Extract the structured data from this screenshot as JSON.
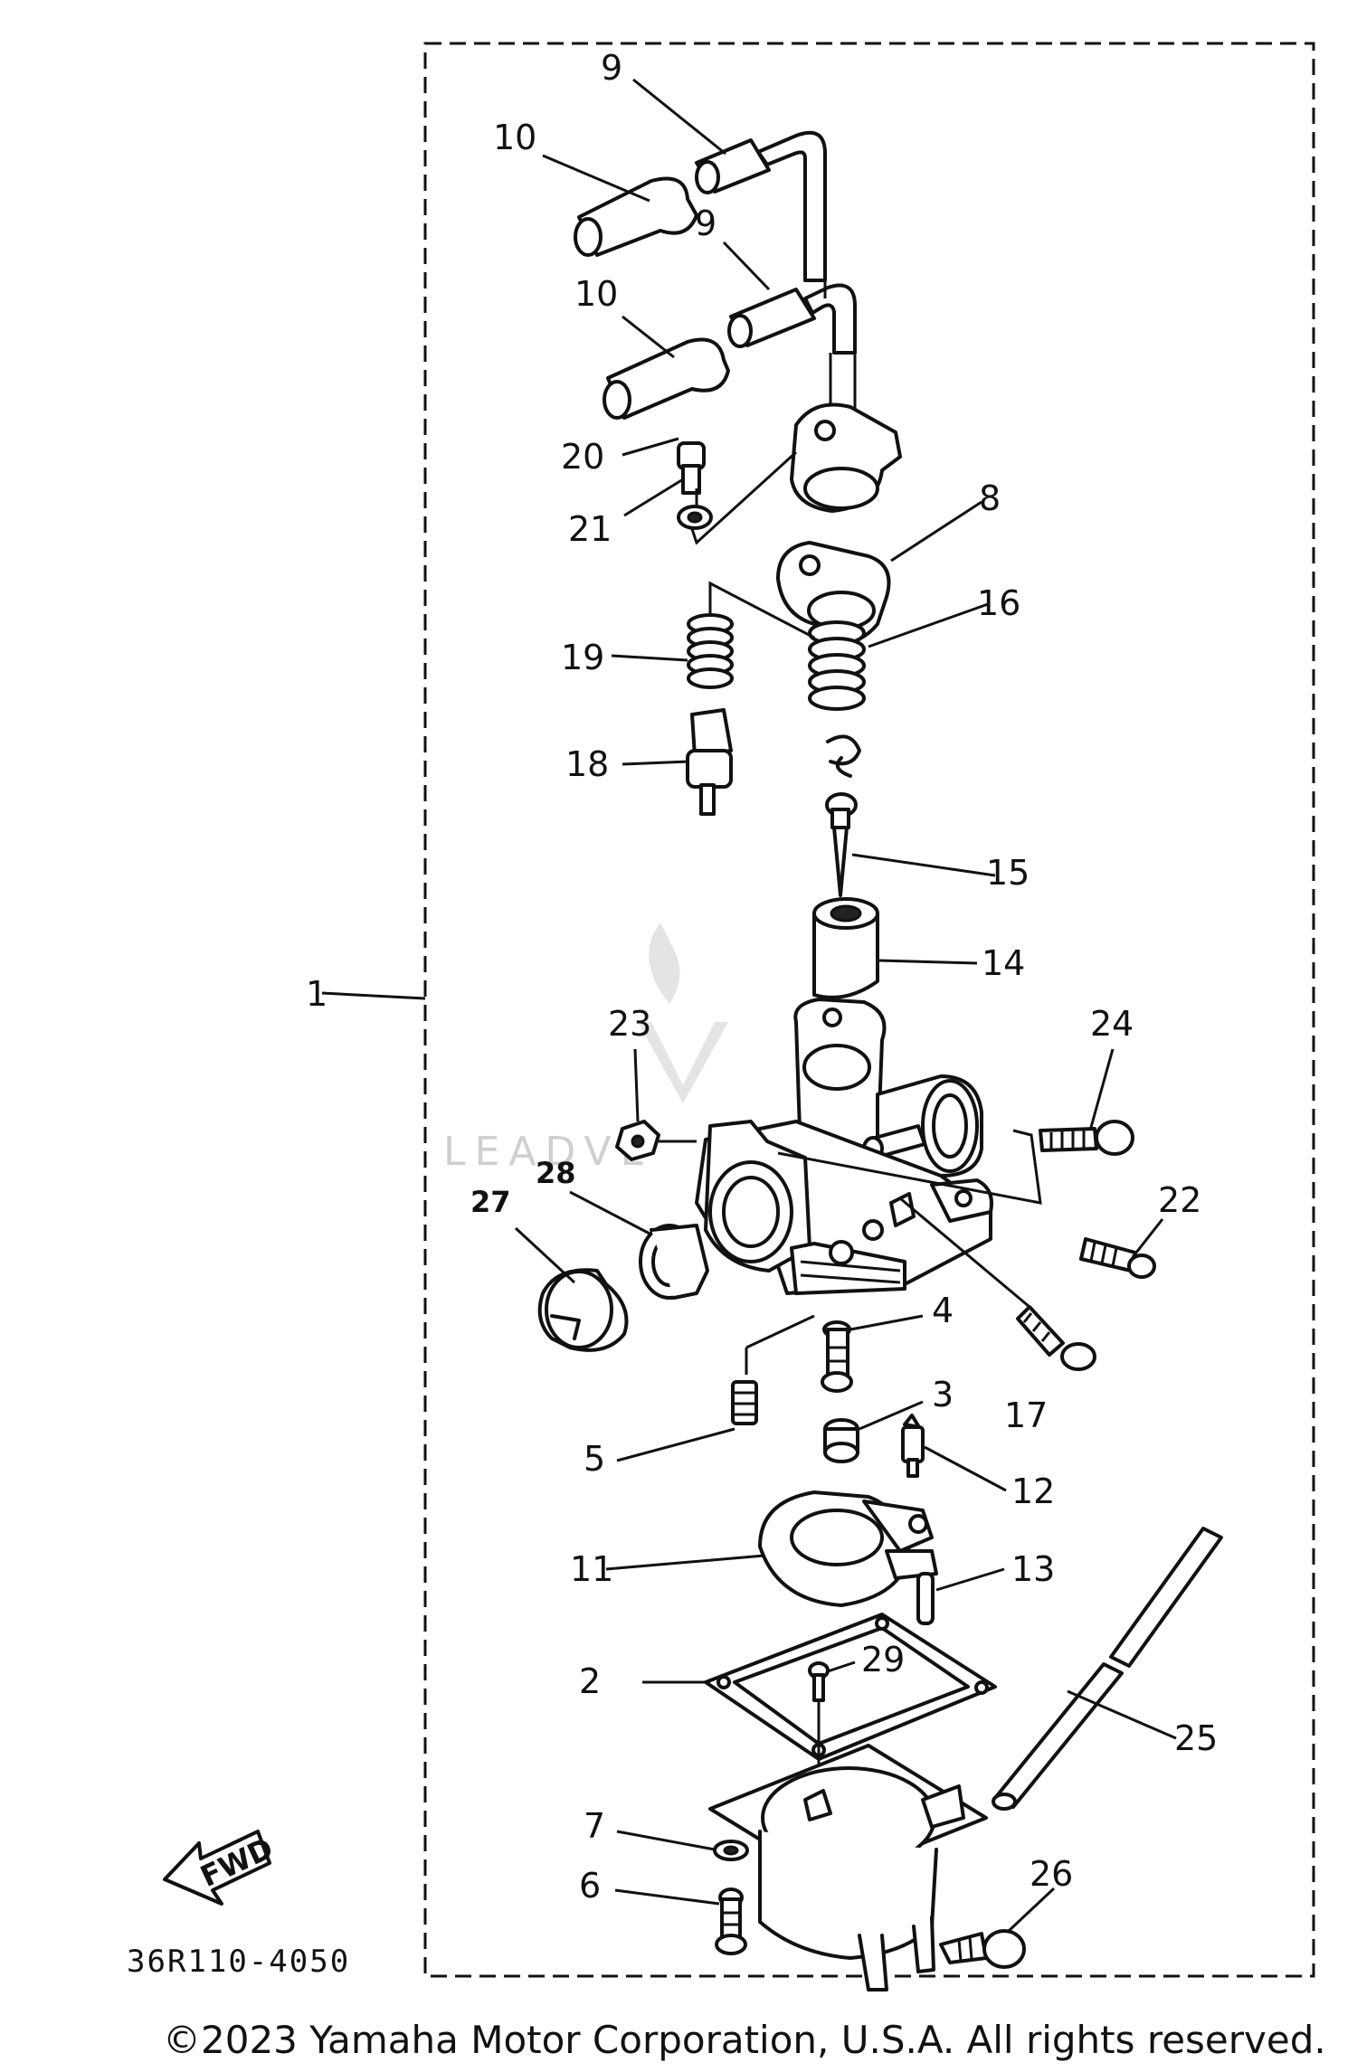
{
  "diagram": {
    "reference_code": "36R110-4050",
    "fwd_label": "FWD",
    "watermark": "LEADVE",
    "copyright": "©2023 Yamaha Motor Corporation, U.S.A. All rights reserved.",
    "callouts": [
      {
        "id": "c1",
        "label": "1"
      },
      {
        "id": "c2",
        "label": "2"
      },
      {
        "id": "c3",
        "label": "3"
      },
      {
        "id": "c4",
        "label": "4"
      },
      {
        "id": "c5",
        "label": "5"
      },
      {
        "id": "c6",
        "label": "6"
      },
      {
        "id": "c7",
        "label": "7"
      },
      {
        "id": "c8",
        "label": "8"
      },
      {
        "id": "c9a",
        "label": "9"
      },
      {
        "id": "c9b",
        "label": "9"
      },
      {
        "id": "c10a",
        "label": "10"
      },
      {
        "id": "c10b",
        "label": "10"
      },
      {
        "id": "c11",
        "label": "11"
      },
      {
        "id": "c12",
        "label": "12"
      },
      {
        "id": "c13",
        "label": "13"
      },
      {
        "id": "c14",
        "label": "14"
      },
      {
        "id": "c15",
        "label": "15"
      },
      {
        "id": "c16",
        "label": "16"
      },
      {
        "id": "c17",
        "label": "17"
      },
      {
        "id": "c18",
        "label": "18"
      },
      {
        "id": "c19",
        "label": "19"
      },
      {
        "id": "c20",
        "label": "20"
      },
      {
        "id": "c21",
        "label": "21"
      },
      {
        "id": "c22",
        "label": "22"
      },
      {
        "id": "c23",
        "label": "23"
      },
      {
        "id": "c24",
        "label": "24"
      },
      {
        "id": "c25",
        "label": "25"
      },
      {
        "id": "c26",
        "label": "26"
      },
      {
        "id": "c27",
        "label": "27"
      },
      {
        "id": "c28",
        "label": "28"
      },
      {
        "id": "c29",
        "label": "29"
      }
    ]
  }
}
